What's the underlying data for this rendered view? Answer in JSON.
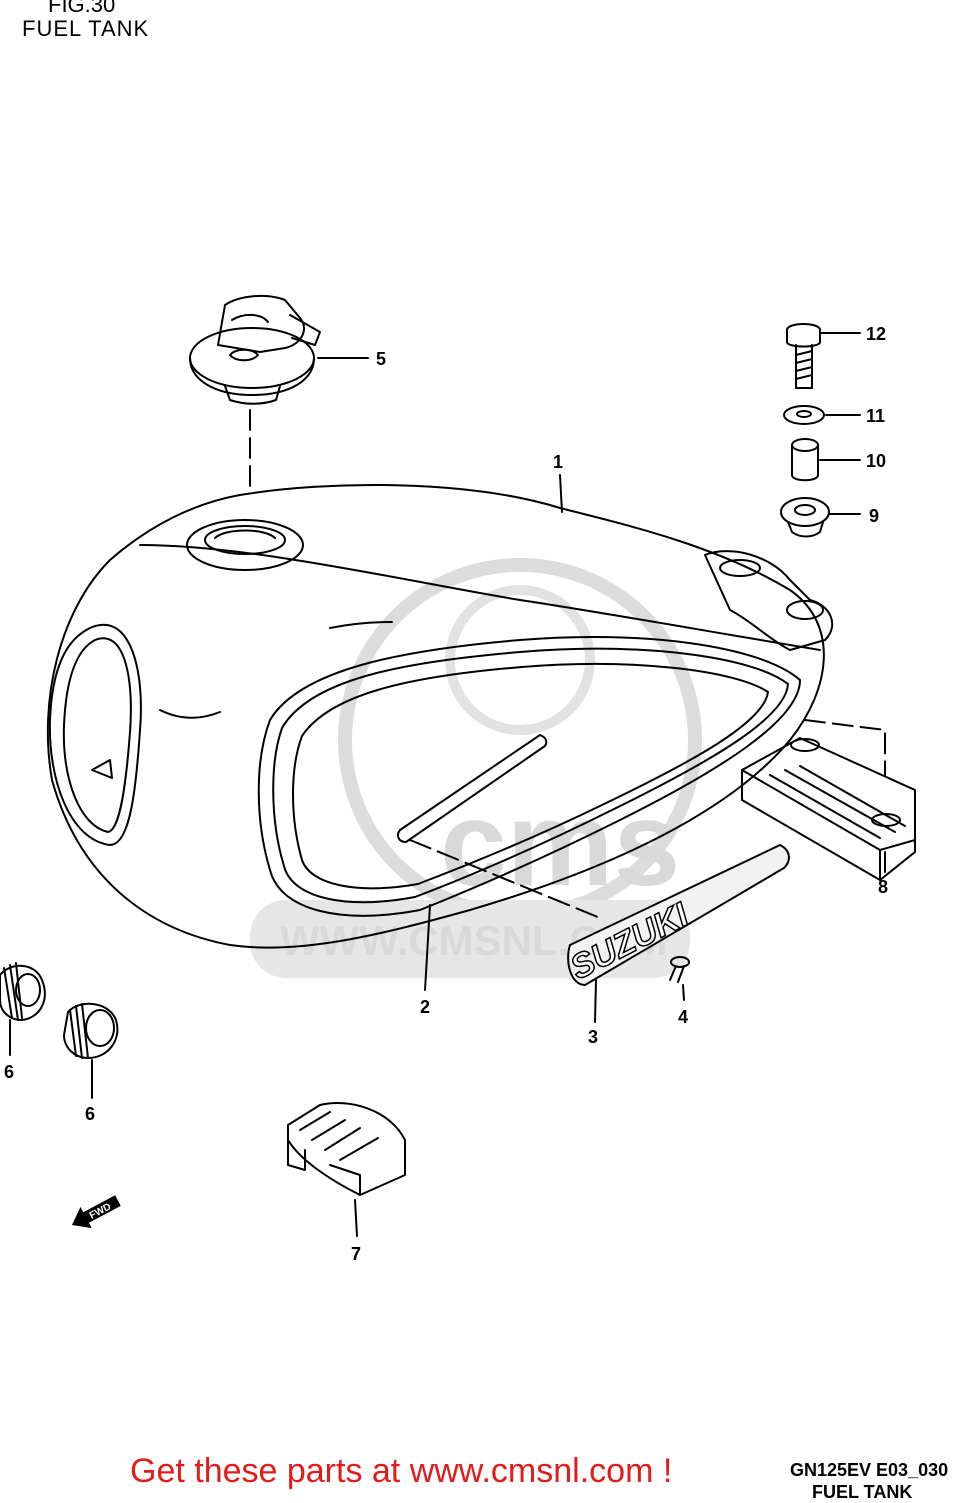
{
  "header": {
    "figure": "FIG.30",
    "title": "FUEL TANK"
  },
  "callouts": {
    "c1": "1",
    "c2": "2",
    "c3": "3",
    "c4": "4",
    "c5": "5",
    "c6a": "6",
    "c6b": "6",
    "c7": "7",
    "c8": "8",
    "c9": "9",
    "c10": "10",
    "c11": "11",
    "c12": "12"
  },
  "emblem_text": "SUZUKI",
  "fwd_label": "FWD",
  "watermark": {
    "brand": "cms",
    "url": "WWW.CMSNL.COM"
  },
  "footer": {
    "ref_code": "GN125EV E03_030",
    "ref_title": "FUEL TANK",
    "cta": "Get these parts at www.cmsnl.com !"
  },
  "colors": {
    "cta": "#e21b1b",
    "watermark": "#d9d9d9",
    "line": "#000000"
  }
}
